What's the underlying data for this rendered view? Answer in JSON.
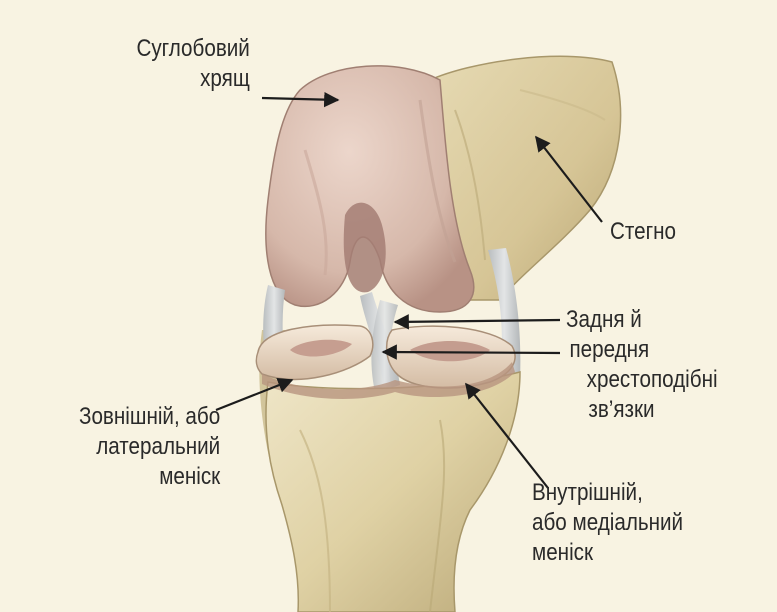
{
  "labels": {
    "cartilage": [
      "Суглобовий",
      "хрящ"
    ],
    "femur": [
      "Стегно"
    ],
    "cruciate": [
      "Задня й",
      "передня",
      "хрестоподібні",
      "зв’язки"
    ],
    "lateral_meniscus": [
      "Зовнішній, або",
      "латеральний",
      "меніск"
    ],
    "medial_meniscus": [
      "Внутрішній,",
      "або медіальний",
      "меніск"
    ]
  },
  "colors": {
    "background": "#f8f3e2",
    "cartilage": "#d9bcb0",
    "bone": "#dccfa4",
    "meniscus": "#ecdcc6",
    "ligament": "#c9cccd",
    "text": "#2a2a2a",
    "arrow": "#1c1c1c"
  }
}
